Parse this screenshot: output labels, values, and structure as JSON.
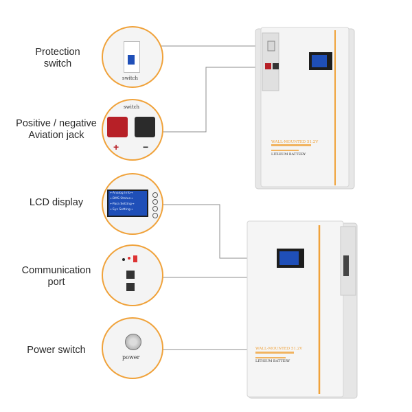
{
  "callouts": [
    {
      "label": "Protection\nswitch",
      "detail": "switch"
    },
    {
      "label": "Positive / negative\nAviation jack",
      "detail": "switch",
      "plus": "+",
      "minus": "−"
    },
    {
      "label": "LCD display",
      "screen_lines": [
        "←Analog Info→",
        "←BMS Status→",
        "←Para Setting→",
        "←Sys Setting→"
      ]
    },
    {
      "label": "Communication\nport"
    },
    {
      "label": "Power switch",
      "detail": "power"
    }
  ],
  "battery": {
    "brand_text": "WALL-MOUNTED 51.2V",
    "product_text": "LITHIUM BATTERY"
  },
  "colors": {
    "accent": "#f0a23a",
    "line": "#8a8a8a",
    "casing": "#efefef"
  }
}
